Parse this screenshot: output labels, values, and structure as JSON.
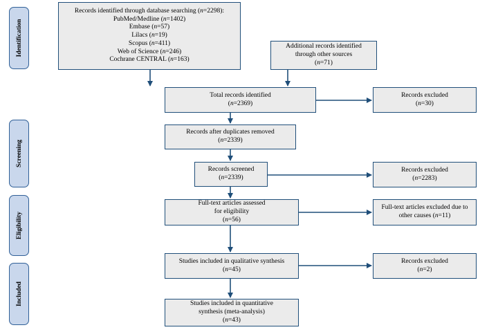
{
  "phases": {
    "identification": "Identification",
    "screening": "Screening",
    "eligibility": "Eligibility",
    "included": "Included"
  },
  "boxes": {
    "database_search": {
      "lines": [
        [
          "Records identified through database searching (",
          "n",
          "=2298):"
        ],
        [
          "PubMed/Medline (",
          "n",
          "=1402)"
        ],
        [
          "Embase (",
          "n",
          "=57)"
        ],
        [
          "Lilacs (",
          "n",
          "=19)"
        ],
        [
          "Scopus (",
          "n",
          "=411)"
        ],
        [
          "Web of Science (",
          "n",
          "=246)"
        ],
        [
          "Cochrane CENTRAL (",
          "n",
          "=163)"
        ]
      ]
    },
    "other_sources": {
      "lines": [
        [
          "Additional records identified"
        ],
        [
          "through other sources"
        ],
        [
          "(",
          "n",
          "=71)"
        ]
      ]
    },
    "total_identified": {
      "lines": [
        [
          "Total records identified"
        ],
        [
          "(",
          "n",
          "=2369)"
        ]
      ]
    },
    "excluded_1": {
      "lines": [
        [
          "Records excluded"
        ],
        [
          "(",
          "n",
          "=30)"
        ]
      ]
    },
    "after_duplicates": {
      "lines": [
        [
          "Records after duplicates removed"
        ],
        [
          "(",
          "n",
          "=2339)"
        ]
      ]
    },
    "screened": {
      "lines": [
        [
          "Records screened"
        ],
        [
          "(",
          "n",
          "=2339)"
        ]
      ]
    },
    "excluded_2": {
      "lines": [
        [
          "Records excluded"
        ],
        [
          "(",
          "n",
          "=2283)"
        ]
      ]
    },
    "full_text": {
      "lines": [
        [
          "Full-text articles assessed"
        ],
        [
          "for eligibility"
        ],
        [
          "(",
          "n",
          "=56)"
        ]
      ]
    },
    "full_text_excluded": {
      "lines": [
        [
          "Full-text articles excluded due to"
        ],
        [
          "other causes (",
          "n",
          "=11)"
        ]
      ]
    },
    "qualitative": {
      "lines": [
        [
          "Studies included in qualitative synthesis"
        ],
        [
          "(",
          "n",
          "=45)"
        ]
      ]
    },
    "excluded_3": {
      "lines": [
        [
          "Records excluded"
        ],
        [
          "(",
          "n",
          "=2)"
        ]
      ]
    },
    "quantitative": {
      "lines": [
        [
          "Studies included in quantitative"
        ],
        [
          "synthesis (meta-analysis)"
        ],
        [
          "(",
          "n",
          "=43)"
        ]
      ]
    }
  },
  "colors": {
    "box_fill": "#ebebeb",
    "box_border": "#1f4e79",
    "arrow": "#1f4e79",
    "phase_fill": "#c9d7ec",
    "phase_border": "#2f5f97"
  }
}
